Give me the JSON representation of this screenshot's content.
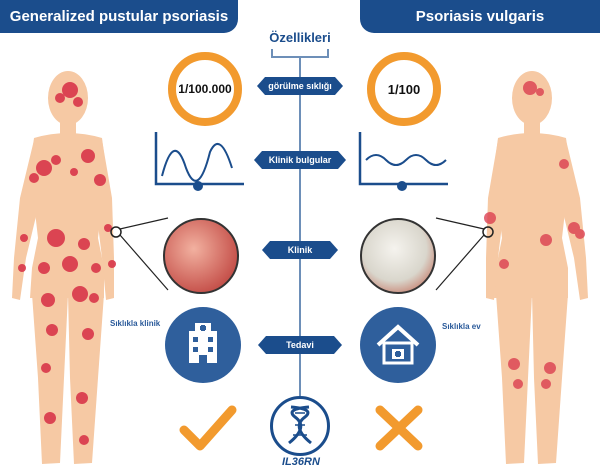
{
  "header": {
    "left_title": "Generalized pustular psoriasis",
    "right_title": "Psoriasis vulgaris"
  },
  "center": {
    "title": "Özellikleri",
    "labels": [
      "görülme sıklığı",
      "Klinik bulgular",
      "Klinik",
      "Tedavi"
    ],
    "gene": "IL36RN"
  },
  "left": {
    "frequency": "1/100.000",
    "treatment_note": "Sıklıkla klinik"
  },
  "right": {
    "frequency": "1/100",
    "treatment_note": "Sıklıkla ev"
  },
  "colors": {
    "navy": "#1b4d8c",
    "orange": "#f29a2e",
    "skin": "#f6c9a4",
    "lesion": "#d9364a"
  }
}
